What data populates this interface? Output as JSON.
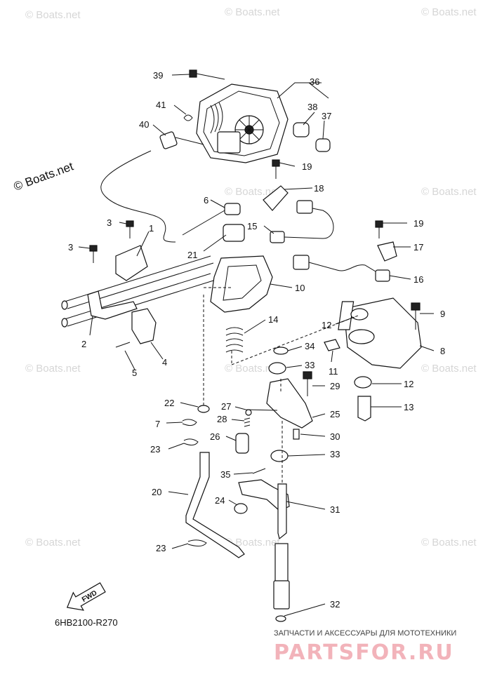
{
  "brand": "© Boats.net",
  "watermark": "© Boats.net",
  "diagram_code": "6HB2100-R270",
  "fwd_label": "FWD",
  "footer": {
    "tagline": "ЗАПЧАСТИ И АКСЕССУАРЫ ДЛЯ МОТОТЕХНИКИ",
    "brand": "PARTSFOR.RU"
  },
  "callouts": [
    "1",
    "2",
    "3",
    "3",
    "4",
    "5",
    "6",
    "7",
    "8",
    "9",
    "10",
    "11",
    "12",
    "12",
    "13",
    "14",
    "15",
    "16",
    "17",
    "18",
    "19",
    "19",
    "20",
    "21",
    "22",
    "23",
    "23",
    "24",
    "25",
    "26",
    "27",
    "28",
    "29",
    "30",
    "31",
    "32",
    "33",
    "33",
    "34",
    "35",
    "36",
    "37",
    "38",
    "39",
    "40",
    "41"
  ]
}
